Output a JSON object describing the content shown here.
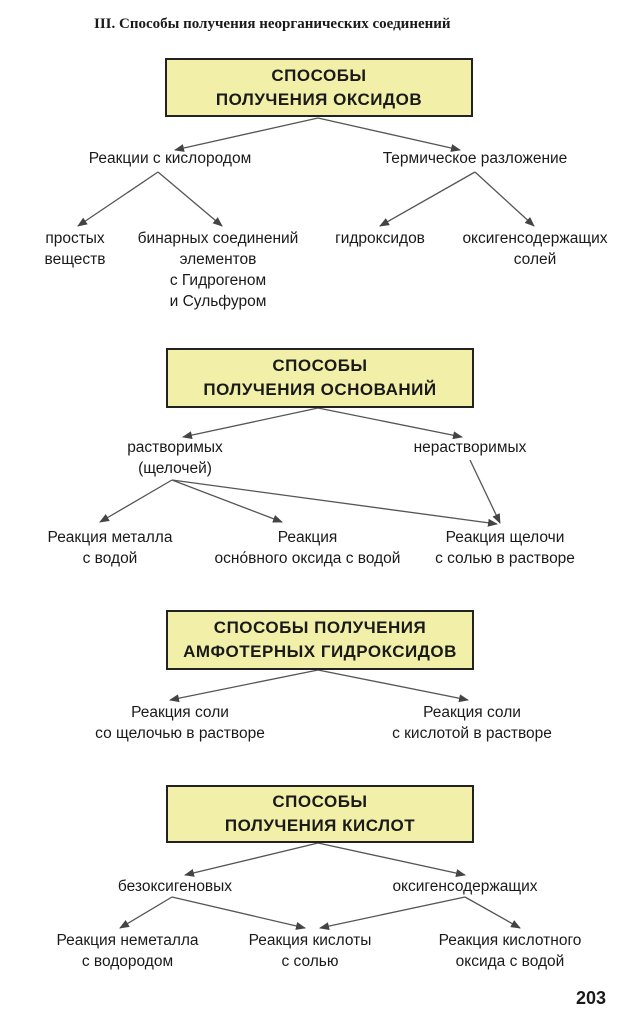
{
  "heading": "III. Способы получения неорганических соединений",
  "page_number": "203",
  "oxides": {
    "title": [
      "СПОСОБЫ",
      "ПОЛУЧЕНИЯ ОКСИДОВ"
    ],
    "branch_left": "Реакции с кислородом",
    "branch_right": "Термическое разложение",
    "leaf_1": [
      "простых",
      "веществ"
    ],
    "leaf_2": [
      "бинарных соединений",
      "элементов",
      "с Гидрогеном",
      "и Сульфуром"
    ],
    "leaf_3": "гидроксидов",
    "leaf_4": [
      "оксигенсодержащих",
      "солей"
    ]
  },
  "bases": {
    "title": [
      "СПОСОБЫ",
      "ПОЛУЧЕНИЯ ОСНОВАНИЙ"
    ],
    "branch_left": [
      "растворимых",
      "(щелочей)"
    ],
    "branch_right": "нерастворимых",
    "leaf_1": [
      "Реакция металла",
      "с водой"
    ],
    "leaf_2": [
      "Реакция",
      "осно́вного оксида с водой"
    ],
    "leaf_3": [
      "Реакция щелочи",
      "с солью в растворе"
    ]
  },
  "amphoteric": {
    "title": [
      "СПОСОБЫ ПОЛУЧЕНИЯ",
      "АМФОТЕРНЫХ ГИДРОКСИДОВ"
    ],
    "leaf_1": [
      "Реакция соли",
      "со щелочью в растворе"
    ],
    "leaf_2": [
      "Реакция соли",
      "с кислотой в растворе"
    ]
  },
  "acids": {
    "title": [
      "СПОСОБЫ",
      "ПОЛУЧЕНИЯ КИСЛОТ"
    ],
    "branch_left": "безоксигеновых",
    "branch_right": "оксигенсодержащих",
    "leaf_1": [
      "Реакция неметалла",
      "с водородом"
    ],
    "leaf_2": [
      "Реакция кислоты",
      "с солью"
    ],
    "leaf_3": [
      "Реакция кислотного",
      "оксида с водой"
    ]
  }
}
